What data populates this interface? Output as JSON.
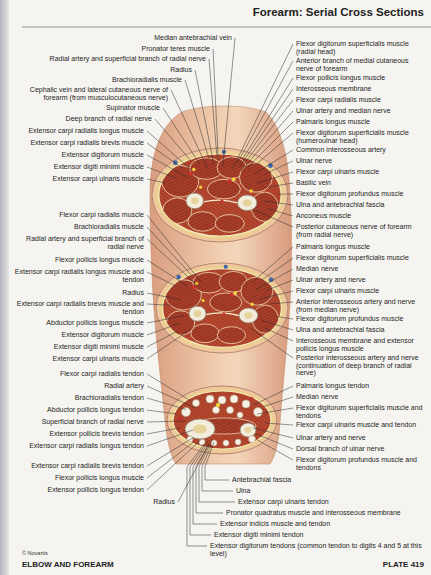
{
  "diagram": {
    "title": "Forearm: Serial Cross Sections",
    "labels": [
      "Median antebrachial vein",
      "Pronator teres muscle",
      "Radial artery and superficial branch of radial nerve",
      "Radius",
      "Brachioradialis muscle",
      "Cephalic vein and lateral cutaneous nerve of forearm (from musculocutaneous nerve)",
      "Supinator muscle",
      "Deep branch of radial nerve",
      "Extensor carpi radialis longus muscle",
      "Extensor carpi radialis brevis muscle",
      "Extensor digitorum muscle",
      "Extensor digiti minimi muscle",
      "Extensor carpi ulnaris muscle",
      "Flexor carpi radialis muscle",
      "Brachioradialis muscle",
      "Radial artery and superficial branch of radial nerve",
      "Flexor pollicis longus muscle",
      "Extensor carpi radialis longus muscle and tendon",
      "Radius",
      "Extensor carpi radialis brevis muscle and tendon",
      "Abductor pollicis longus muscle",
      "Extensor digitorum muscle",
      "Extensor digiti minimi muscle",
      "Extensor carpi ulnaris muscle",
      "Flexor carpi radialis tendon",
      "Radial artery",
      "Brachioradialis tendon",
      "Abductor pollicis longus tendon",
      "Superficial branch of radial nerve",
      "Extensor pollicis brevis tendon",
      "Extensor carpi radialis longus tendon",
      "Extensor carpi radialis brevis tendon",
      "Flexor pollicis longus muscle",
      "Extensor pollicis longus tendon",
      "Radius",
      "Flexor digitorum superficialis muscle (radial head)",
      "Anterior branch of medial cutaneous nerve of forearm",
      "Flexor pollicis longus muscle",
      "Interosseous membrane",
      "Flexor carpi radialis muscle",
      "Ulnar artery and median nerve",
      "Palmaris longus muscle",
      "Flexor digitorum superficialis muscle (humeroulnar head)",
      "Common interosseous artery",
      "Ulnar nerve",
      "Flexor carpi ulnaris muscle",
      "Basilic vein",
      "Flexor digitorum profundus muscle",
      "Ulna and antebrachial fascia",
      "Anconeus muscle",
      "Posterior cutaneous nerve of forearm (from radial nerve)",
      "Palmaris longus muscle",
      "Flexor digitorum superficialis muscle",
      "Median nerve",
      "Ulnar artery and nerve",
      "Flexor carpi ulnaris muscle",
      "Anterior interosseous artery and nerve (from median nerve)",
      "Flexor digitorum profundus muscle",
      "Ulna and antebrachial fascia",
      "Interosseous membrane and extensor pollicis longus muscle",
      "Posterior interosseous artery and nerve (continuation of deep branch of radial nerve)",
      "Palmaris longus tendon",
      "Median nerve",
      "Flexor digitorum superficialis muscle and tendons",
      "Flexor carpi ulnaris muscle and tendon",
      "Ulnar artery and nerve",
      "Dorsal branch of ulnar nerve",
      "Flexor digitorum profundus muscle and tendons",
      "Antebrachial fascia",
      "Ulna",
      "Extensor carpi ulnaris tendon",
      "Pronator quadratus muscle and interosseous membrane",
      "Extensor indicis muscle and tendon",
      "Extensor digiti minimi tendon",
      "Extensor digitorum tendons (common tendon to digits 4 and 5 at this level)",
      "© Novartis",
      "ELBOW AND FOREARM",
      "PLATE 419"
    ]
  }
}
